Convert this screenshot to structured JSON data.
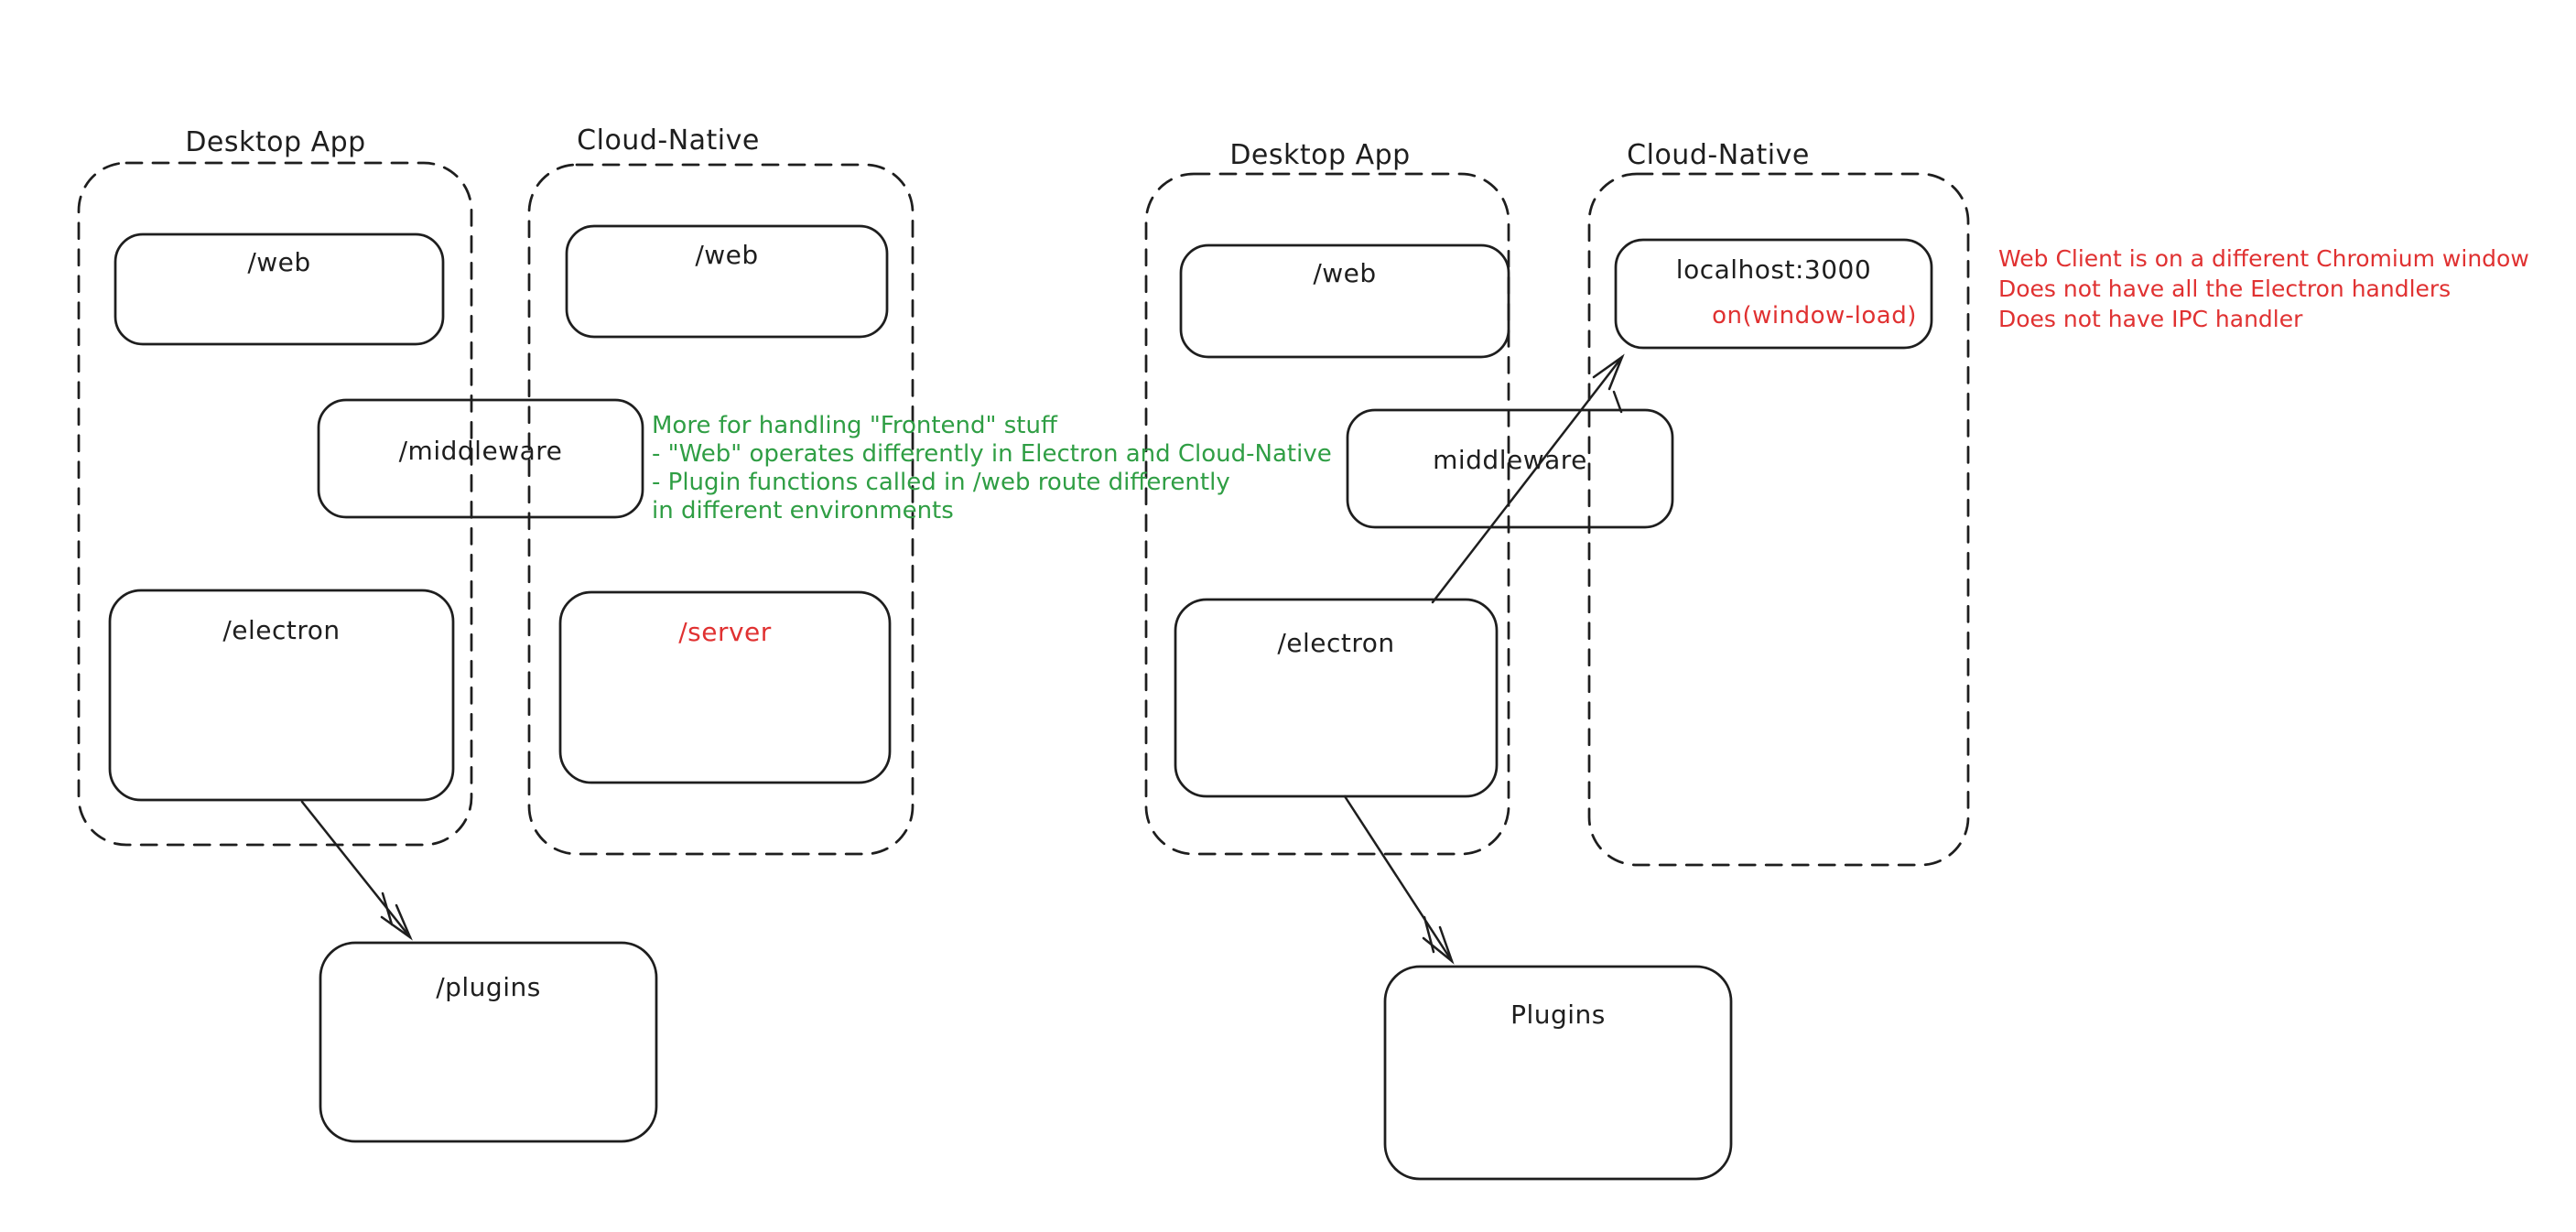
{
  "colors": {
    "stroke": "#1e1e1e",
    "green": "#2f9e44",
    "red": "#e03131",
    "background": "#ffffff"
  },
  "left_diagram": {
    "desktop_title": "Desktop App",
    "cloud_title": "Cloud-Native",
    "web_desktop_label": "/web",
    "web_cloud_label": "/web",
    "middleware_label": "/middleware",
    "electron_label": "/electron",
    "server_label": "/server",
    "plugins_label": "/plugins"
  },
  "right_diagram": {
    "desktop_title": "Desktop App",
    "cloud_title": "Cloud-Native",
    "web_label": "/web",
    "localhost_label": "localhost:3000",
    "window_load_label": "on(window-load)",
    "middleware_label": "middleware",
    "electron_label": "/electron",
    "plugins_label": "Plugins"
  },
  "annotations": {
    "green_note": {
      "color": "#2f9e44",
      "lines": [
        "More for handling \"Frontend\" stuff",
        "- \"Web\" operates differently in Electron and Cloud-Native",
        "- Plugin functions called in /web route differently",
        "in different environments"
      ]
    },
    "red_note": {
      "color": "#e03131",
      "lines": [
        "Web Client is on a different Chromium window",
        "Does not have all the Electron handlers",
        "Does not have IPC handler"
      ]
    }
  }
}
